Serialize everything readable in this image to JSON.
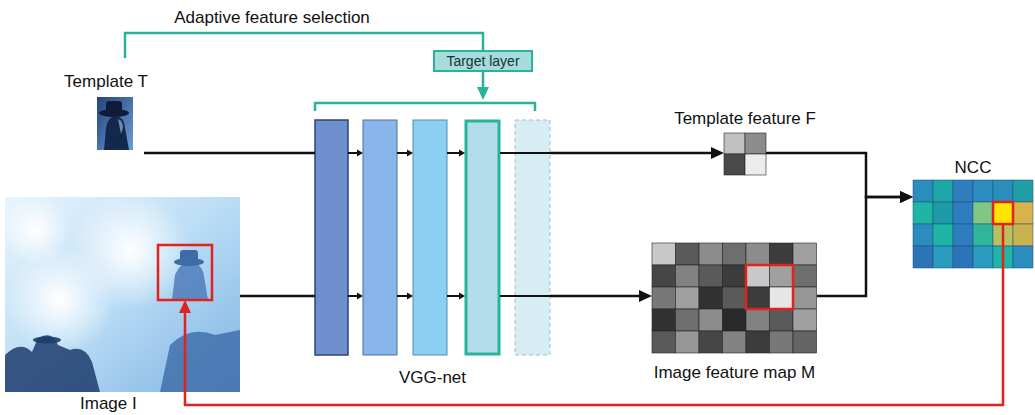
{
  "diagram": {
    "nodes": [
      {
        "text": [
          "Target layer"
        ]
      },
      {
        "text": [
          "Template T"
        ]
      },
      {
        "text": [
          "Image I"
        ]
      },
      {
        "text": [
          "VGG-net"
        ]
      },
      {
        "text": [
          "Template feature F"
        ]
      },
      {
        "text": [
          "Image feature map M"
        ]
      },
      {
        "text": [
          "NCC"
        ]
      }
    ],
    "edges": [
      {
        "from": 1,
        "to": 0,
        "arrow": "none",
        "label": "Adaptive feature selection"
      },
      {
        "from": 0,
        "to": 3,
        "arrow": "to"
      },
      {
        "from": 1,
        "to": 3,
        "arrow": "none"
      },
      {
        "from": 2,
        "to": 3,
        "arrow": "none"
      },
      {
        "from": 3,
        "to": 4,
        "arrow": "to"
      },
      {
        "from": 3,
        "to": 5,
        "arrow": "to"
      },
      {
        "from": 4,
        "to": 6,
        "arrow": "to"
      },
      {
        "from": 5,
        "to": 6,
        "arrow": "to"
      },
      {
        "from": 6,
        "to": 2,
        "arrow": "to"
      }
    ]
  }
}
